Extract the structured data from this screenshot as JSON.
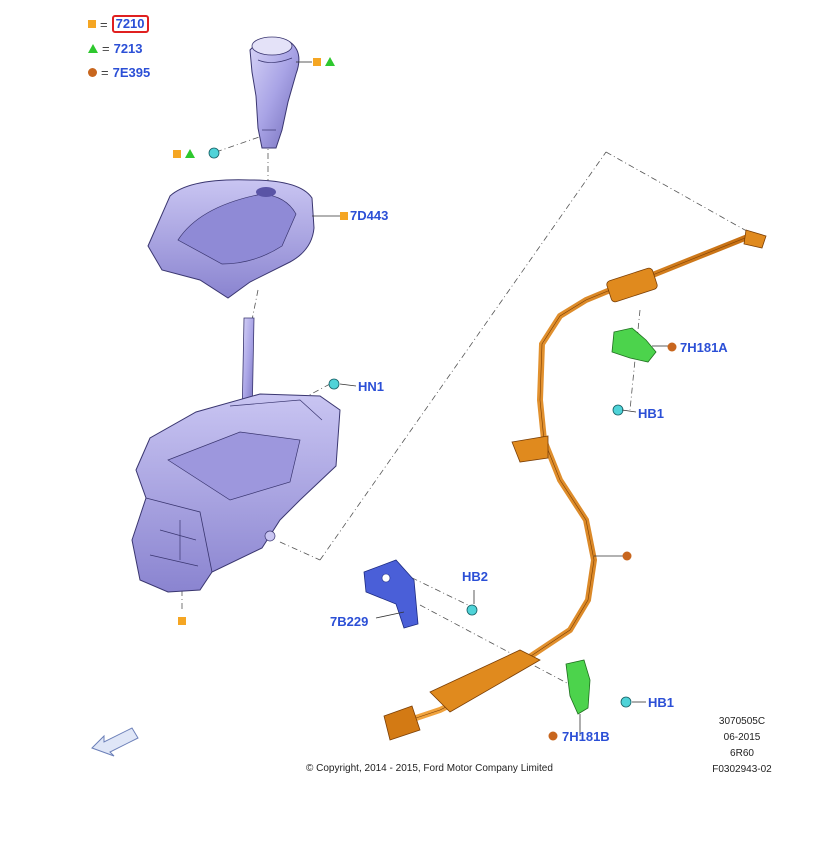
{
  "legend": [
    {
      "symbol": "square",
      "label": "7210",
      "highlighted": true
    },
    {
      "symbol": "triangle",
      "label": "7213",
      "highlighted": false
    },
    {
      "symbol": "circle",
      "label": "7E395",
      "highlighted": false
    }
  ],
  "legend_equals": "=",
  "callouts": {
    "part_7d443": "7D443",
    "part_hn1": "HN1",
    "part_7h181a": "7H181A",
    "part_hb1_upper": "HB1",
    "part_hb2": "HB2",
    "part_7b229": "7B229",
    "part_hb1_lower": "HB1",
    "part_7h181b": "7H181B"
  },
  "footer": {
    "copyright": "© Copyright, 2014 - 2015, Ford Motor Company Limited",
    "code_1": "3070505C",
    "code_2": "06-2015",
    "code_3": "6R60",
    "code_4": "F0302943-02"
  },
  "colors": {
    "label_blue": "#2b4fd6",
    "square_orange": "#f5a623",
    "triangle_green": "#2ec82e",
    "circle_brown": "#c8661e",
    "part_lavender": "#a9a4e6",
    "cable_orange": "#e08a1e",
    "bracket_green": "#4cd34c",
    "bolt_cyan": "#4fd3d8",
    "bracket_blue": "#4a5fd8",
    "highlight_red": "#e02020"
  },
  "icons": [
    "shift-knob-icon",
    "shift-boot-icon",
    "selector-housing-icon",
    "shift-cable-icon",
    "cable-bracket-icon",
    "bolt-icon",
    "direction-arrow-icon"
  ]
}
